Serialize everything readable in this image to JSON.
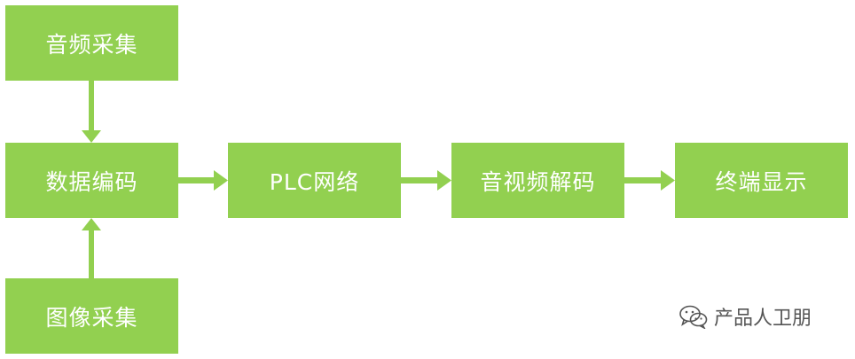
{
  "diagram": {
    "nodes": {
      "audio_capture": "音频采集",
      "data_encoding": "数据编码",
      "image_capture": "图像采集",
      "plc_network": "PLC网络",
      "av_decoding": "音视频解码",
      "terminal_display": "终端显示"
    },
    "edges": [
      {
        "from": "audio_capture",
        "to": "data_encoding"
      },
      {
        "from": "image_capture",
        "to": "data_encoding"
      },
      {
        "from": "data_encoding",
        "to": "plc_network"
      },
      {
        "from": "plc_network",
        "to": "av_decoding"
      },
      {
        "from": "av_decoding",
        "to": "terminal_display"
      }
    ],
    "colors": {
      "box_fill": "#92d050",
      "box_text": "#ffffff",
      "arrow": "#92d050"
    }
  },
  "watermark": {
    "icon": "wechat-icon",
    "text": "产品人卫朋"
  }
}
